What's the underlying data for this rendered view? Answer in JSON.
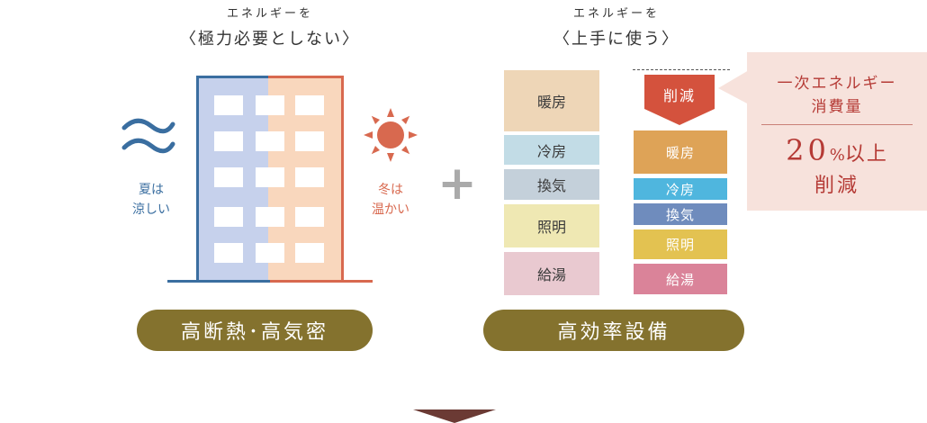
{
  "left_caption": {
    "line1": "エネルギーを",
    "line2": "〈極力必要としない〉"
  },
  "right_caption": {
    "line1": "エネルギーを",
    "line2": "〈上手に使う〉"
  },
  "summer_label": [
    "夏は",
    "涼しい"
  ],
  "winter_label": [
    "冬は",
    "温かい"
  ],
  "plus_sign": "+",
  "left_pill": "高断熱･高気密",
  "right_pill": "高効率設備",
  "before_items": [
    {
      "label": "暖房",
      "color": "#eed6b7"
    },
    {
      "label": "冷房",
      "color": "#c2dce6"
    },
    {
      "label": "換気",
      "color": "#c4d0da"
    },
    {
      "label": "照明",
      "color": "#efe8b3"
    },
    {
      "label": "給湯",
      "color": "#e9c9d0"
    }
  ],
  "reduction_label": "削減",
  "after_items": [
    {
      "label": "暖房",
      "color": "#dea357"
    },
    {
      "label": "冷房",
      "color": "#4fb6de"
    },
    {
      "label": "換気",
      "color": "#6f8cbd"
    },
    {
      "label": "照明",
      "color": "#e3c251"
    },
    {
      "label": "給湯",
      "color": "#da8399"
    }
  ],
  "callout": {
    "line1": "一次エネルギー",
    "line2": "消費量",
    "percent_number": "20",
    "percent_sign": "%",
    "percent_suffix": "以上",
    "line4": "削減"
  },
  "colors": {
    "blue": "#3a6ea0",
    "orange": "#d8694f",
    "building_blue": "#c6d1ec",
    "building_orange": "#f9d7bd",
    "pill": "#84722e",
    "reduction_arrow": "#d4523d",
    "callout_bg": "#f7e2dc",
    "callout_text": "#b53a35",
    "bottom_arrow": "#6b3a34"
  }
}
